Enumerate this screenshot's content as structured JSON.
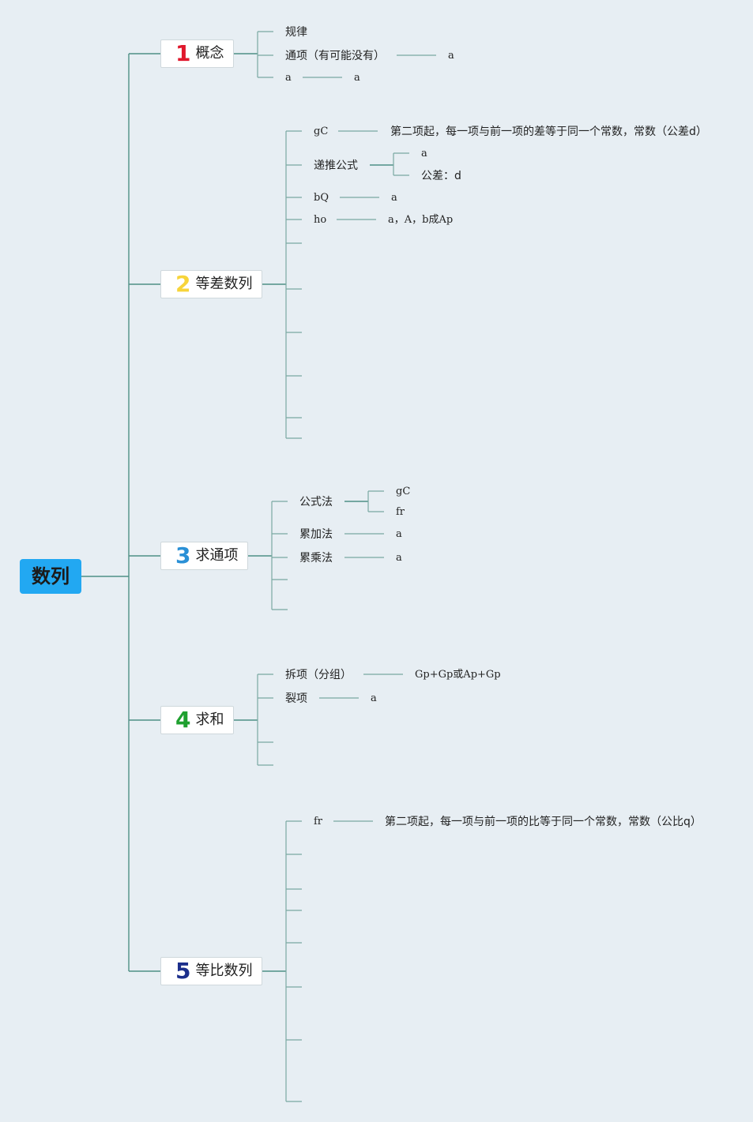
{
  "root": {
    "label": "数列",
    "color": "#22a8f2"
  },
  "line_color": "#4f8f86",
  "branches": [
    {
      "number": "1",
      "number_color": "#e0182d",
      "label": "概念",
      "items": [
        {
          "label": "规律"
        },
        {
          "label": "通项（有可能没有）",
          "detail": "a"
        },
        {
          "label": "a",
          "detail": "a"
        }
      ]
    },
    {
      "number": "2",
      "number_color": "#f7d43a",
      "label": "等差数列",
      "items": [
        {
          "label": "gC",
          "detail": "第二项起，每一项与前一项的差等于同一个常数，常数（公差d）"
        },
        {
          "label": "递推公式",
          "children": [
            "a",
            "公差：d"
          ]
        },
        {
          "label": "bQ",
          "detail": "a"
        },
        {
          "label": "ho",
          "detail": "a，A，b成Ap"
        }
      ]
    },
    {
      "number": "3",
      "number_color": "#2a90d6",
      "label": "求通项",
      "items": [
        {
          "label": "公式法",
          "children": [
            "gC",
            "fr"
          ]
        },
        {
          "label": "累加法",
          "detail": "a"
        },
        {
          "label": "累乘法",
          "detail": "a"
        }
      ]
    },
    {
      "number": "4",
      "number_color": "#1fa02f",
      "label": "求和",
      "items": [
        {
          "label": "拆项（分组）",
          "detail": "Gp+Gp或Ap+Gp"
        },
        {
          "label": "裂项",
          "detail": "a"
        }
      ]
    },
    {
      "number": "5",
      "number_color": "#1c2f8c",
      "label": "等比数列",
      "items": [
        {
          "label": "fr",
          "detail": "第二项起，每一项与前一项的比等于同一个常数，常数（公比q）"
        }
      ]
    }
  ]
}
